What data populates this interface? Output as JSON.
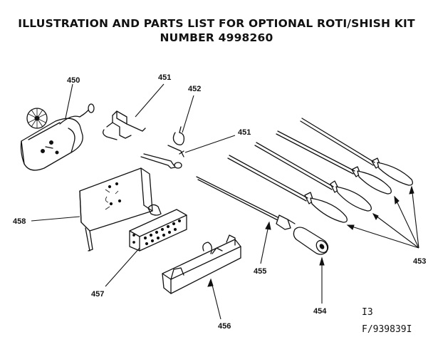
{
  "title": {
    "line1": "ILLUSTRATION AND PARTS LIST FOR OPTIONAL ROTI/SHISH KIT",
    "line2": "NUMBER 4998260"
  },
  "callouts": {
    "p450": "450",
    "p451a": "451",
    "p452": "452",
    "p451b": "451",
    "p458": "458",
    "p457": "457",
    "p456": "456",
    "p455": "455",
    "p454": "454",
    "p453": "453"
  },
  "footer": {
    "code1": "I3",
    "code2": "F/939839I"
  }
}
